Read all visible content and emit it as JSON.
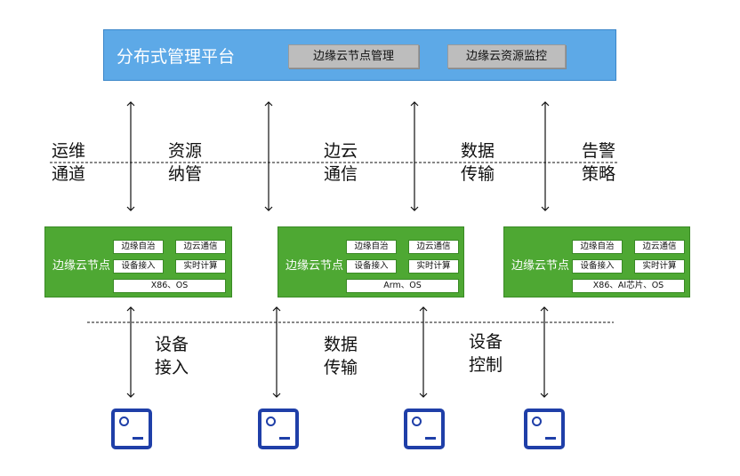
{
  "platform": {
    "title": "分布式管理平台",
    "buttons": [
      "边缘云节点管理",
      "边缘云资源监控"
    ]
  },
  "upper_labels": [
    "运维\n通道",
    "资源\n纳管",
    "边云\n通信",
    "数据\n传输",
    "告警\n策略"
  ],
  "nodes": [
    {
      "title": "边缘云节点",
      "cells": [
        "边缘自治",
        "边云通信",
        "设备接入",
        "实时计算"
      ],
      "base": "X86、OS"
    },
    {
      "title": "边缘云节点",
      "cells": [
        "边缘自治",
        "边云通信",
        "设备接入",
        "实时计算"
      ],
      "base": "Arm、OS"
    },
    {
      "title": "边缘云节点",
      "cells": [
        "边缘自治",
        "边云通信",
        "设备接入",
        "实时计算"
      ],
      "base": "X86、AI芯片、OS"
    }
  ],
  "lower_labels": [
    "设备\n接入",
    "数据\n传输",
    "设备\n控制"
  ],
  "colors": {
    "platform": "#5da9e7",
    "node": "#4ea833",
    "device": "#1f3fa8"
  }
}
